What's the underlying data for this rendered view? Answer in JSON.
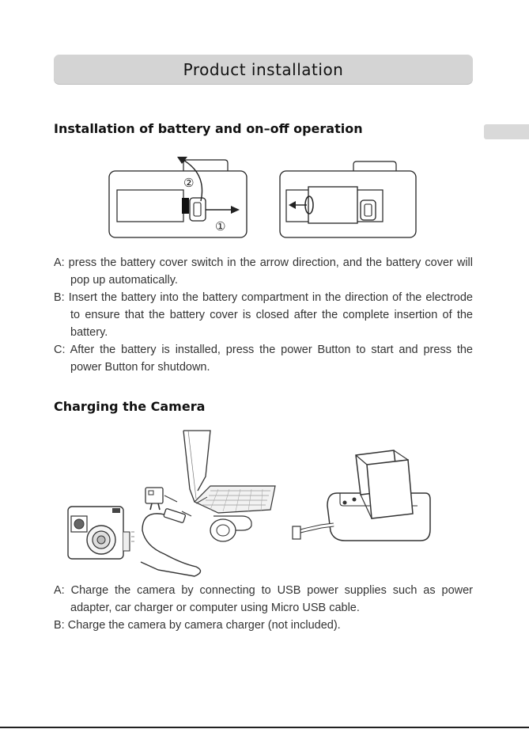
{
  "page": {
    "title": "Product installation"
  },
  "battery_section": {
    "heading": "Installation of battery and on–off operation",
    "step_markers": [
      "②",
      "①"
    ],
    "steps": [
      "A: press the battery cover switch in the arrow direction, and the battery cover will pop up automatically.",
      "B: Insert the battery into the battery compartment in the direction of the electrode to ensure that the battery cover is closed after the complete insertion of the battery.",
      "C: After the battery is installed, press the power Button to start and press the power Button for shutdown."
    ]
  },
  "charging_section": {
    "heading": "Charging the Camera",
    "steps": [
      "A: Charge the camera by connecting to USB power supplies such as power adapter, car charger or computer using Micro USB cable.",
      "B: Charge the camera by camera charger (not included)."
    ]
  },
  "icons": [
    "battery-cover-open-illustration",
    "battery-inserted-illustration",
    "usb-charging-illustration",
    "dual-battery-charger-illustration"
  ]
}
